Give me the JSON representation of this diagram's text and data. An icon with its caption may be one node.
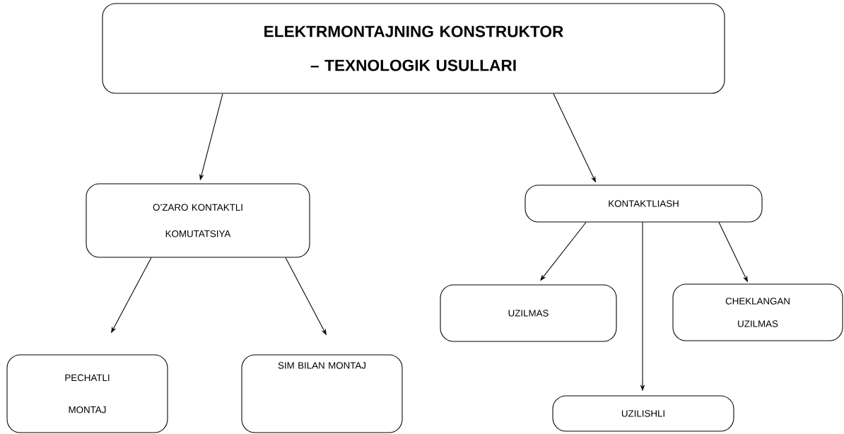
{
  "diagram": {
    "nodes": [
      {
        "text": [
          "ELEKTRMONTAJNING KONSTRUKTOR – TEXNOLOGIK USULLARI"
        ]
      },
      {
        "text": [
          "O’ZARO KONTAKTLI KOMUTATSIYA"
        ]
      },
      {
        "text": [
          "KONTAKTLIASH"
        ]
      },
      {
        "text": [
          "PECHATLI MONTAJ"
        ]
      },
      {
        "text": [
          "SIM BILAN MONTAJ"
        ]
      },
      {
        "text": [
          "UZILMAS"
        ]
      },
      {
        "text": [
          "CHEKLANGAN UZILMAS"
        ]
      },
      {
        "text": [
          "UZILISHLI"
        ]
      }
    ],
    "edges": [
      {
        "from": 0,
        "to": 1,
        "arrow": "to"
      },
      {
        "from": 0,
        "to": 2,
        "arrow": "to"
      },
      {
        "from": 1,
        "to": 3,
        "arrow": "to"
      },
      {
        "from": 1,
        "to": 4,
        "arrow": "to"
      },
      {
        "from": 2,
        "to": 5,
        "arrow": "to"
      },
      {
        "from": 2,
        "to": 7,
        "arrow": "to"
      },
      {
        "from": 2,
        "to": 6,
        "arrow": "to"
      }
    ]
  }
}
